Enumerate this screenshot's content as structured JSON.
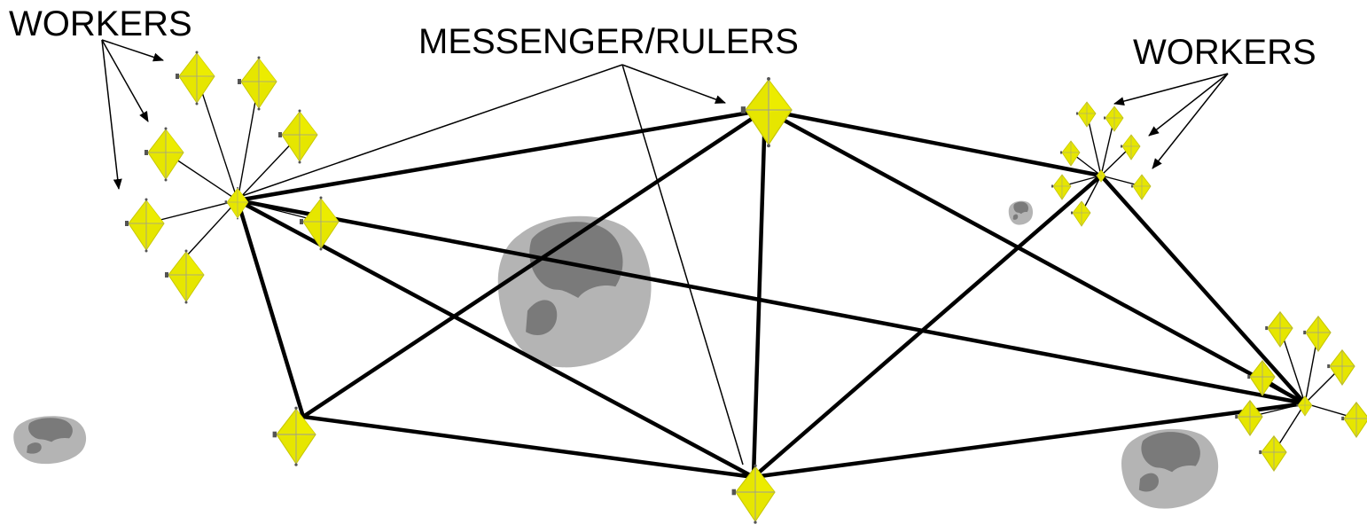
{
  "labels": {
    "workers_left": "WORKERS",
    "messenger_rulers": "MESSENGER/RULERS",
    "workers_right": "WORKERS"
  },
  "colors": {
    "node_fill": "#e6e600",
    "node_edge": "#c8c800",
    "rock_light": "#b4b4b4",
    "rock_dark": "#7a7a7a",
    "line": "#000000"
  },
  "icons": {
    "node": "kite-node-icon",
    "rock": "asteroid-icon"
  }
}
